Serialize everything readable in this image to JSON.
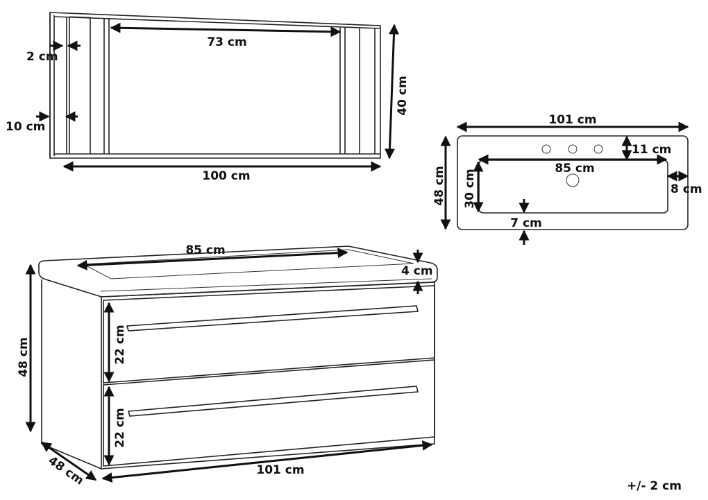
{
  "mirror": {
    "inner_width": "73 cm",
    "frame_thickness": "2 cm",
    "shelf_depth": "10 cm",
    "height": "40 cm",
    "width": "100 cm"
  },
  "basin_top_view": {
    "width": "101 cm",
    "depth": "48 cm",
    "faucet_offset": "11 cm",
    "bowl_width": "85 cm",
    "bowl_depth": "30 cm",
    "side_margin": "8 cm",
    "front_margin": "7 cm"
  },
  "cabinet": {
    "basin_width": "85 cm",
    "top_thickness": "4 cm",
    "height": "48 cm",
    "drawer_top_height": "22 cm",
    "drawer_bottom_height": "22 cm",
    "depth": "48 cm",
    "width": "101 cm"
  },
  "tolerance": "+/- 2 cm"
}
